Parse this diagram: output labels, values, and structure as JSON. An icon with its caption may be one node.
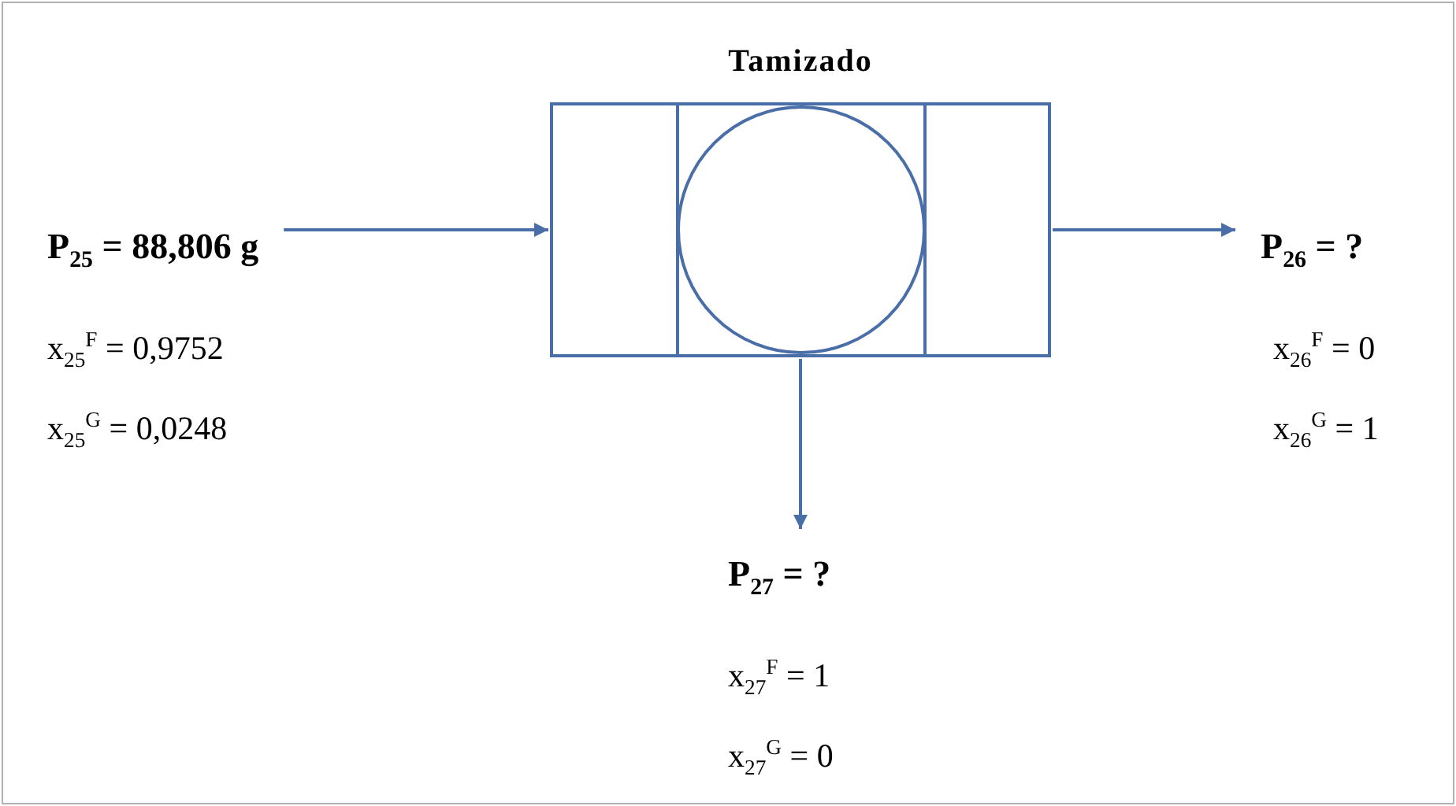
{
  "diagram": {
    "nodes": [
      {
        "text": [
          "Tamizado"
        ]
      },
      {
        "text": [
          "P$_{25}$ = 88,806 g"
        ],
        "beside": [
          "x$_{25}$$^{F}$ = 0,9752",
          "x$_{25}$$^{G}$ = 0,0248"
        ]
      },
      {
        "text": [
          "P$_{26}$ = ?"
        ],
        "beside": [
          "x$_{26}$$^{F}$ = 0",
          "x$_{26}$$^{G}$ = 1"
        ]
      },
      {
        "text": [
          "P$_{27}$ = ?"
        ],
        "beside": [
          "x$_{27}$$^{F}$ = 1",
          "x$_{27}$$^{G}$ = 0"
        ]
      }
    ],
    "edges": [
      {
        "from": 1,
        "to": 0,
        "arrow": "to"
      },
      {
        "from": 0,
        "to": 2,
        "arrow": "to"
      },
      {
        "from": 0,
        "to": 3,
        "arrow": "to"
      }
    ]
  }
}
